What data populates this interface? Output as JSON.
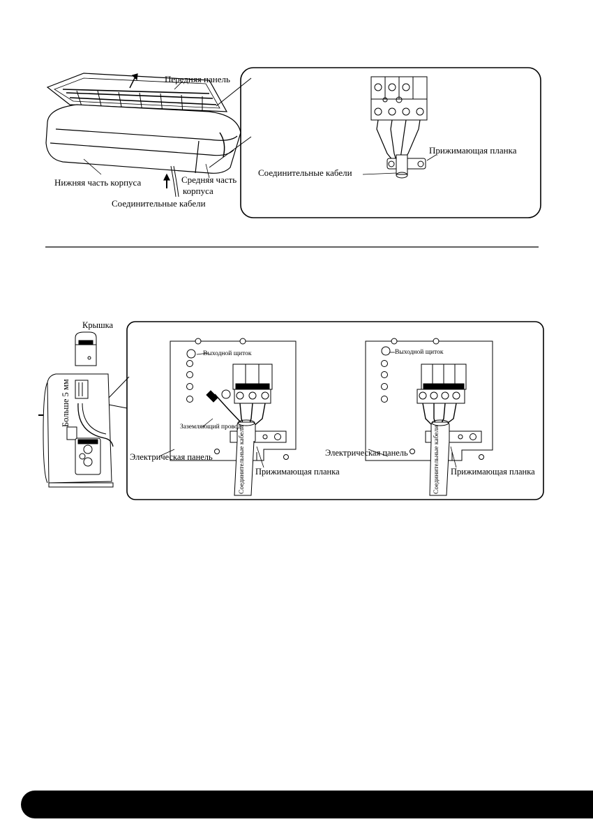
{
  "figure1": {
    "front_panel": "Передняя панель",
    "bottom_body": "Нижняя часть корпуса",
    "middle_body_line1": "Средняя часть",
    "middle_body_line2": "корпуса",
    "connecting_cables": "Соединительные кабели",
    "detail_clamp": "Прижимающая планка",
    "detail_cables": "Соединительные кабели"
  },
  "figure2": {
    "cover": "Крышка",
    "more_than_5mm": "Больше 5 мм",
    "left_panel": {
      "output_board": "Выходной щиток",
      "ground_wire": "Заземляющий провод",
      "electric_panel": "Электрическая панель",
      "clamp": "Прижимающая планка",
      "cable_text": "Соединительные кабели"
    },
    "right_panel": {
      "output_board": "Выходной щиток",
      "electric_panel": "Электрическая панель",
      "clamp": "Прижимающая планка",
      "cable_text": "Соединительные кабели"
    }
  },
  "colors": {
    "ink": "#000000",
    "paper": "#ffffff"
  }
}
